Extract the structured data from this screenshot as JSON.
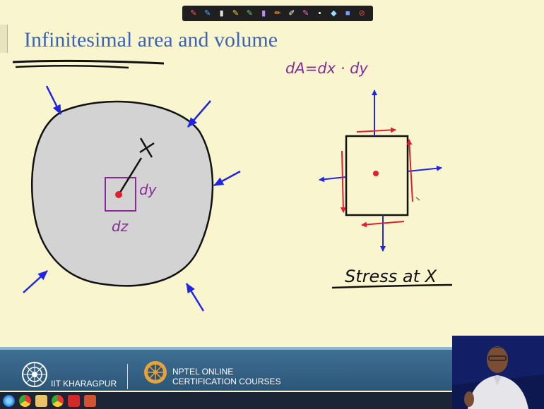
{
  "slide": {
    "title": "Infinitesimal area and volume",
    "annotations": {
      "point_label": "X",
      "dy_label": "dy",
      "dx_label": "dz",
      "area_formula": "dA=dx · dy",
      "stress_label": "Stress at X"
    }
  },
  "footer": {
    "institute": "IIT KHARAGPUR",
    "nptel_line1": "NPTEL ONLINE",
    "nptel_line2": "CERTIFICATION COURSES"
  },
  "colors": {
    "slide_background": "#f9f6cf",
    "title": "#3a63b5",
    "blob_fill": "#d3d3d3",
    "force_arrows": "#1f25e6",
    "shear_arrows": "#e0202c",
    "dimension_ink": "#8a2a9a",
    "footer_bar": "#3f6f94"
  },
  "toolbar": {
    "tools": [
      "pen-icon",
      "pen-icon",
      "highlighter-icon",
      "pen-icon",
      "pen-icon",
      "marker-icon",
      "pencil-icon",
      "brush-icon",
      "pen-icon",
      "dot-icon",
      "eraser-icon",
      "palette-icon",
      "clear-icon"
    ]
  },
  "taskbar": {
    "icons": [
      "start-icon",
      "chrome-icon",
      "file-explorer-icon",
      "chrome-icon",
      "pdf-icon",
      "powerpoint-icon"
    ]
  }
}
